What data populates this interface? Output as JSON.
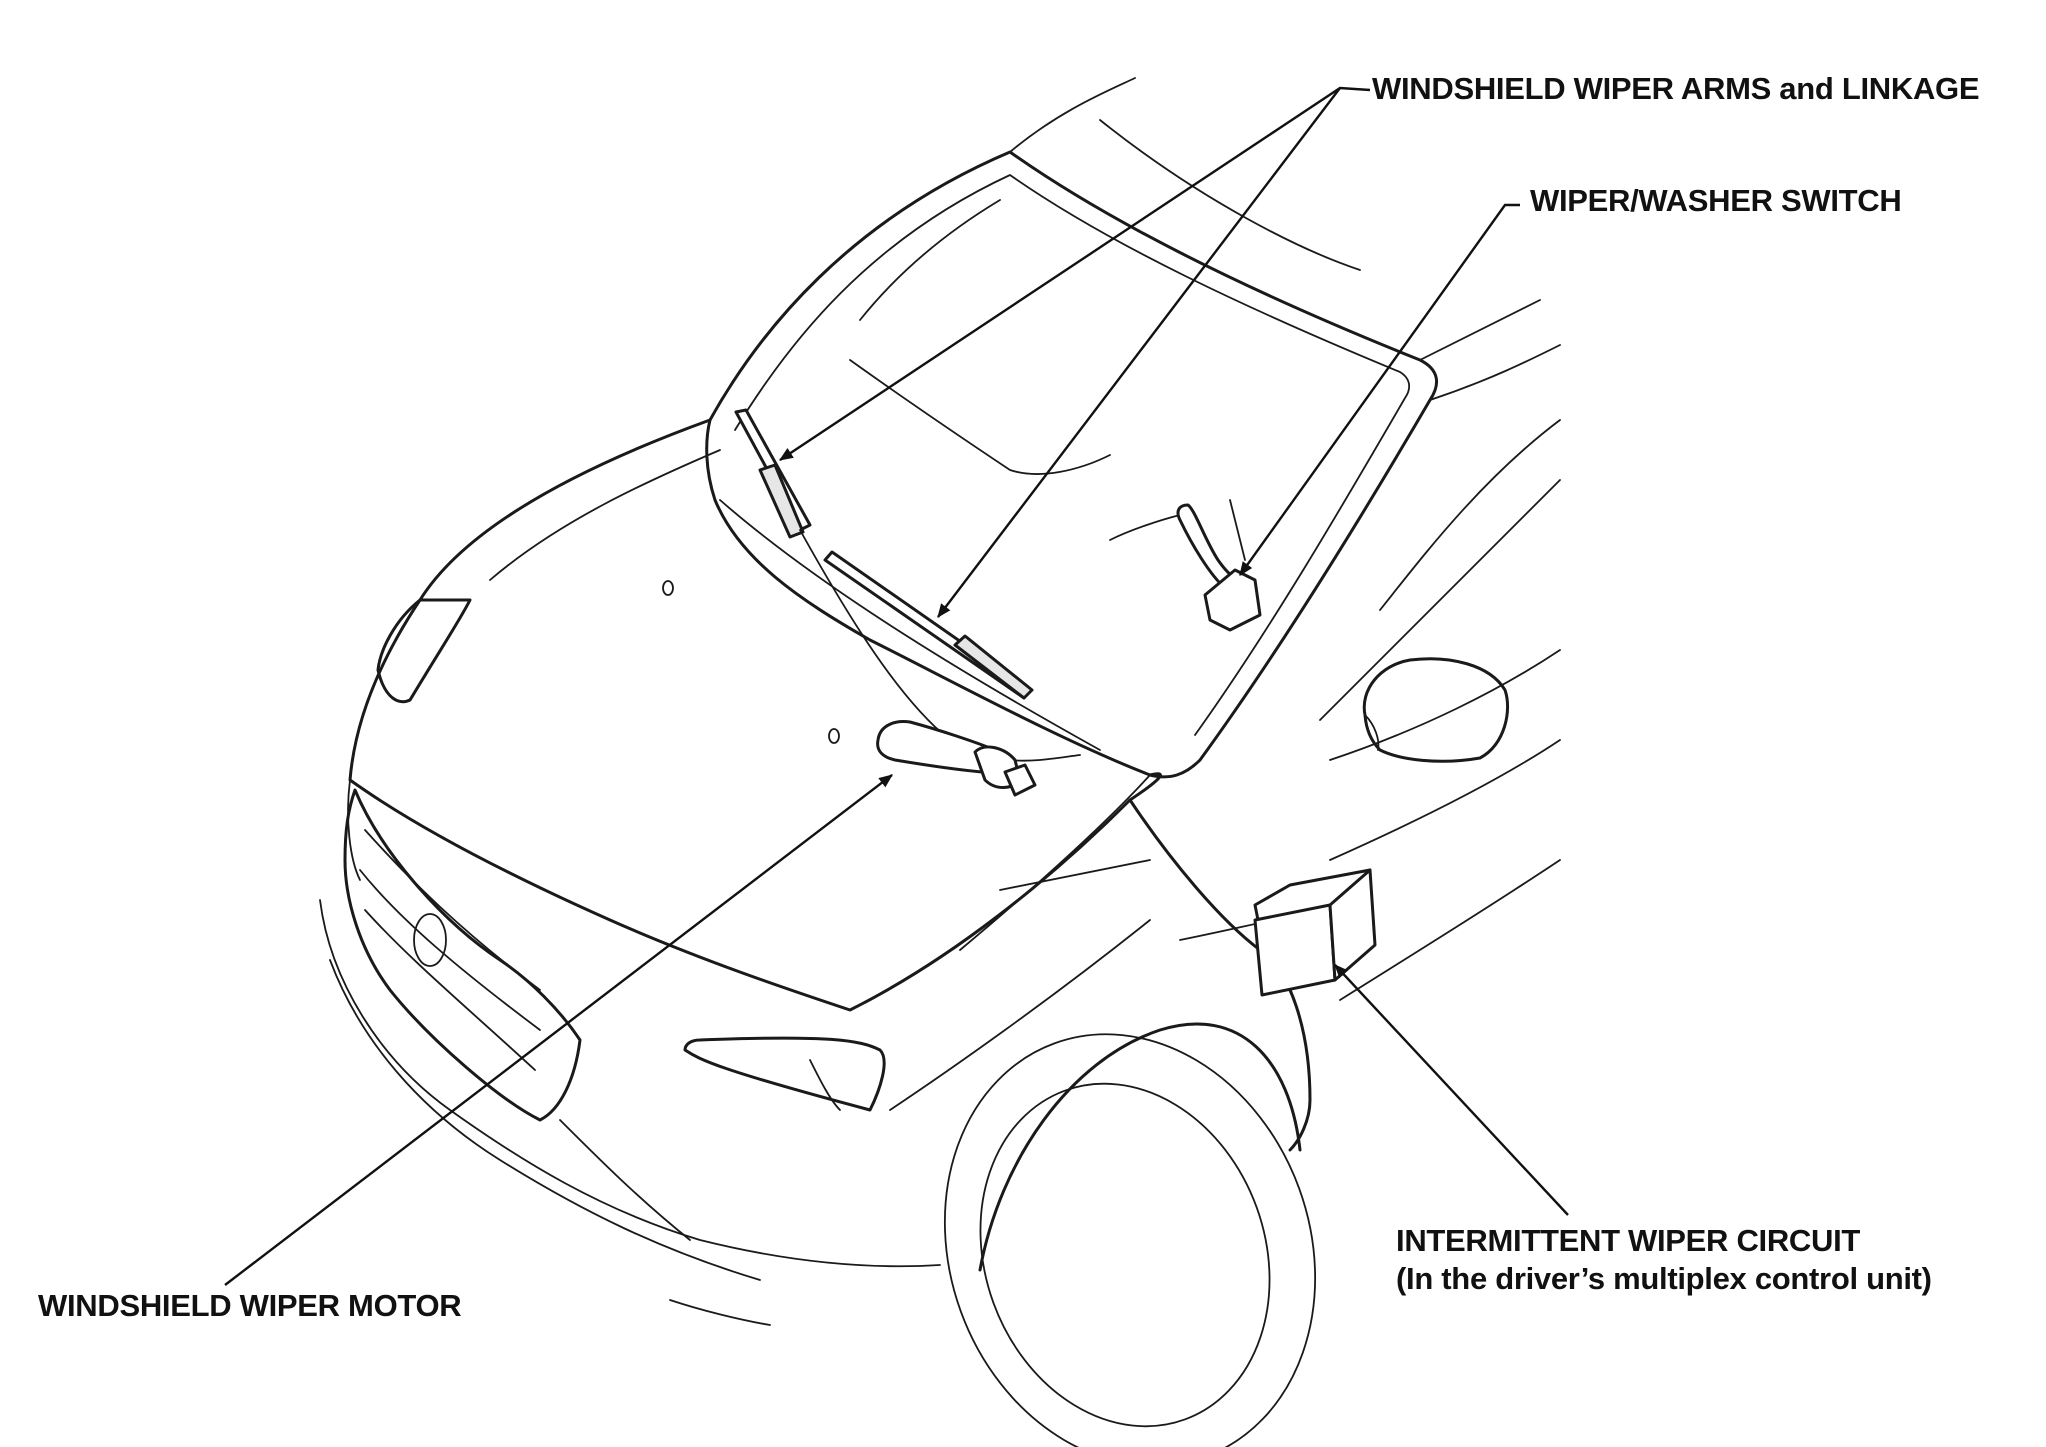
{
  "labels": {
    "arms_linkage": "WINDSHIELD WIPER ARMS and LINKAGE",
    "switch": "WIPER/WASHER SWITCH",
    "circuit_line1": "INTERMITTENT WIPER CIRCUIT",
    "circuit_line2": "(In the driver’s multiplex control unit)",
    "motor": "WINDSHIELD WIPER MOTOR"
  }
}
